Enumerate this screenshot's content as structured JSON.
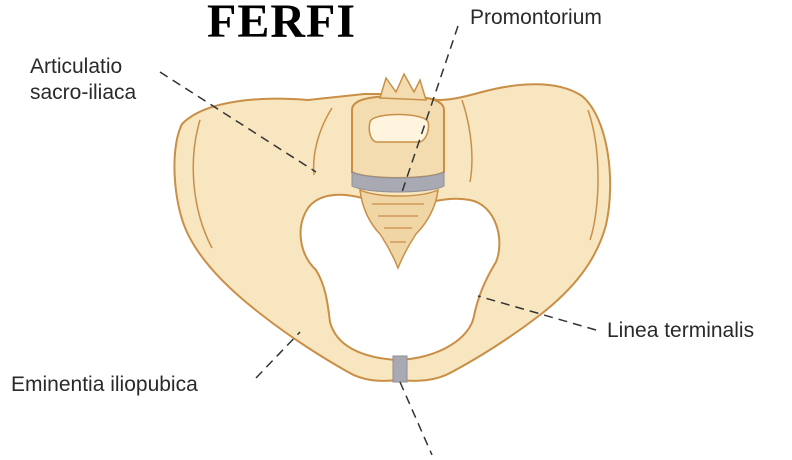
{
  "title": "FERFI",
  "labels": {
    "promontorium": "Promontorium",
    "articulatio": "Articulatio sacro-iliaca",
    "linea_terminalis": "Linea terminalis",
    "eminentia": "Eminentia iliopubica"
  },
  "colors": {
    "bone_fill": "#f8e6c0",
    "bone_outline": "#c98f47",
    "bone_shade": "#f0d5a5",
    "cartilage": "#a9a9b3",
    "leader_line": "#333333"
  }
}
